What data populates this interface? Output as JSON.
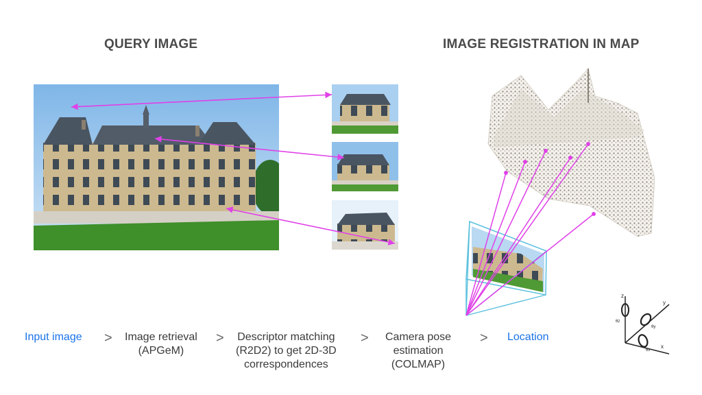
{
  "headings": {
    "query": "QUERY IMAGE",
    "registration": "IMAGE REGISTRATION IN MAP"
  },
  "pipeline": {
    "separator": ">",
    "steps": [
      {
        "lines": [
          "Input image"
        ],
        "color": "#1a73e8"
      },
      {
        "lines": [
          "Image retrieval",
          "(APGeM)"
        ],
        "color": "#3a3a3a"
      },
      {
        "lines": [
          "Descriptor matching",
          "(R2D2) to get 2D-3D",
          "correspondences"
        ],
        "color": "#3a3a3a"
      },
      {
        "lines": [
          "Camera pose",
          "estimation",
          "(COLMAP)"
        ],
        "color": "#3a3a3a"
      },
      {
        "lines": [
          "Location"
        ],
        "color": "#1a73e8"
      }
    ]
  },
  "colors": {
    "match_line": "#e040e8",
    "frustum": "#5bc0de",
    "sky": "#9cc8ec",
    "grass": "#3f8f2a"
  },
  "axes_gizmo": {
    "axis_labels": [
      "z",
      "y",
      "x"
    ],
    "angle_labels": [
      "θz",
      "θy",
      "θx"
    ]
  }
}
